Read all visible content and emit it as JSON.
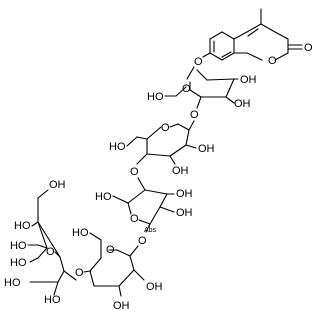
{
  "labels": {
    "O": "O",
    "OH": "OH",
    "HO": "HO",
    "abs": "Abs"
  }
}
